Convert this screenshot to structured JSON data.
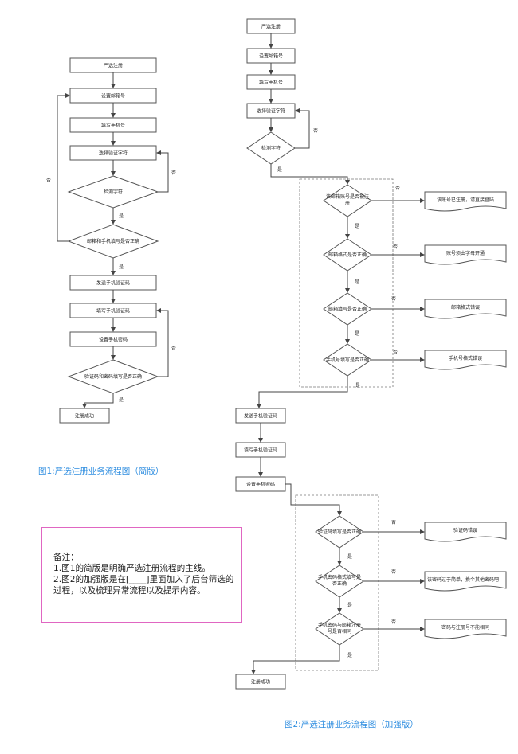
{
  "fig1": {
    "caption": "图1:严选注册业务流程图（简版）",
    "nodes": {
      "start": "严选注册",
      "email": "设置邮箱号",
      "phone": "填写手机号",
      "captcha": "选择验证字符",
      "check_captcha": "检测字符",
      "check_email_phone": "邮箱和手机填写是否正确",
      "send_code": "发送手机验证码",
      "fill_code": "填写手机验证码",
      "set_password": "设置手机密码",
      "check_code_pwd": "验证码和密码填写是否正确",
      "done": "注册成功"
    },
    "yes": "是",
    "no": "否"
  },
  "fig2": {
    "caption": "图2:严选注册业务流程图（加强版）",
    "nodes": {
      "start": "严选注册",
      "email": "设置邮箱号",
      "phone": "填写手机号",
      "captcha": "选择验证字符",
      "check_captcha": "检测字符",
      "d1_l1": "该邮箱账号是否被注",
      "d1_l2": "册",
      "d2": "邮箱格式是否正确",
      "d3": "邮箱填写是否正确",
      "d4": "手机号填写是否正确",
      "r1": "该账号已注册，请直接登陆",
      "r2": "账号须由字母开通",
      "r3": "邮箱格式错误",
      "r4": "手机号格式错误",
      "send_code": "发送手机验证码",
      "fill_code": "填写手机验证码",
      "set_password": "设置手机密码",
      "d5": "验证码填写是否正确",
      "d6_l1": "手机密码格式填写是",
      "d6_l2": "否正确",
      "d7_l1": "手机密码与邮箱注册",
      "d7_l2": "号是否相同",
      "r5": "验证码错误",
      "r6": "该密码过于简单，换个其他密码吧！",
      "r7": "密码与注册号不能相同",
      "done": "注册成功"
    },
    "yes": "是",
    "no": "否"
  },
  "note": {
    "title": "备注：",
    "line1": "1.图1的简版是明确严选注册流程的主线。",
    "line2": "2.图2的加强版是在[____]里面加入了后台筛选的过程，以及梳理异常流程以及提示内容。"
  }
}
